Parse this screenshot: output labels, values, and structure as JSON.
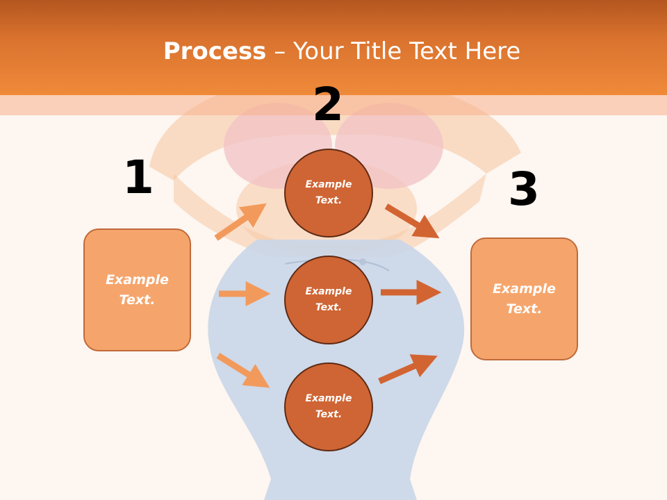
{
  "slide": {
    "title_bold": "Process",
    "title_rest": " – Your Title Text Here"
  },
  "steps": {
    "step1": {
      "number": "1",
      "line1": "Example",
      "line2": "Text."
    },
    "step2": {
      "number": "2"
    },
    "step3": {
      "number": "3",
      "line1": "Example",
      "line2": "Text."
    }
  },
  "circles": [
    {
      "line1": "Example",
      "line2": "Text."
    },
    {
      "line1": "Example",
      "line2": "Text."
    },
    {
      "line1": "Example",
      "line2": "Text."
    }
  ],
  "colors": {
    "header": "#f08a3a",
    "box_fill": "#f5a56c",
    "circle_fill": "#cf6534",
    "arrow_light": "#f29a5c",
    "arrow_dark": "#d26432"
  }
}
